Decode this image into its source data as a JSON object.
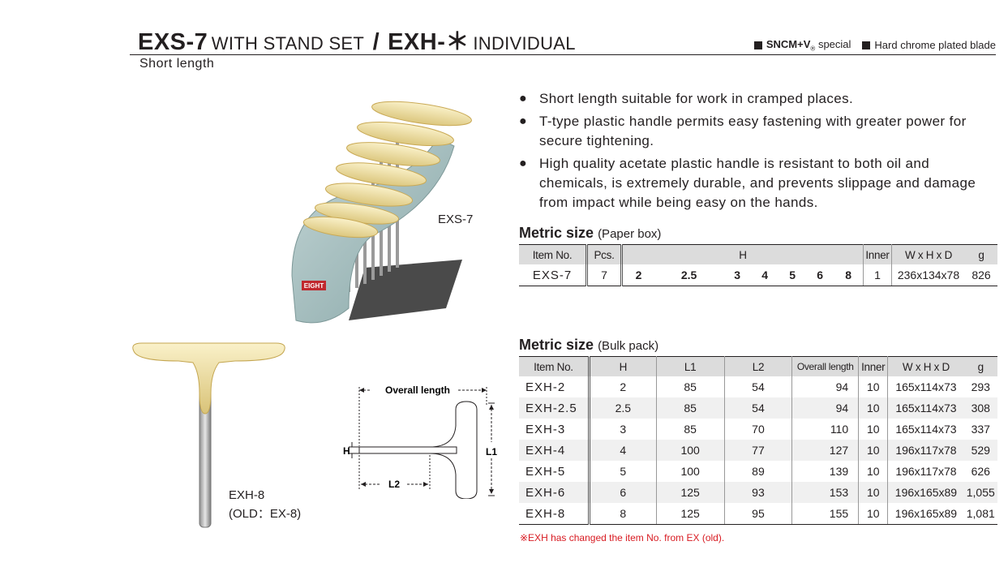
{
  "header": {
    "title_part1": "EXS-7",
    "title_part2": "WITH STAND SET",
    "slash": "/",
    "title_part3": "EXH-＊",
    "title_part4": "INDIVIDUAL",
    "subtitle": "Short length",
    "badge1_main": "SNCM+V",
    "badge1_reg": "®",
    "badge1_tail": "special",
    "badge2": "Hard chrome plated blade"
  },
  "bullets": [
    "Short length suitable for work in cramped places.",
    "T-type plastic handle permits easy fastening with greater power for secure tightening.",
    "High quality acetate plastic handle is resistant to both oil and chemicals, is extremely durable, and prevents slippage and damage from impact while being easy on the hands."
  ],
  "bullet_glyph": "●",
  "images": {
    "set_label": "EXS-7",
    "individual_label_1": "EXH-8",
    "individual_label_2": "(OLD：EX-8)",
    "diagram_overall": "Overall length",
    "diagram_h": "H",
    "diagram_l1": "L1",
    "diagram_l2": "L2",
    "stand_logo": "EIGHT"
  },
  "paper_box": {
    "heading": "Metric size",
    "heading_note": "(Paper box)",
    "headers": {
      "item": "Item No.",
      "pcs": "Pcs.",
      "h": "H",
      "inner": "Inner",
      "dims": "W x H x D",
      "g": "g"
    },
    "row": {
      "item": "EXS-7",
      "pcs": "7",
      "sizes": [
        "2",
        "2.5",
        "3",
        "4",
        "5",
        "6",
        "8"
      ],
      "inner": "1",
      "dims": "236x134x78",
      "g": "826"
    }
  },
  "bulk_pack": {
    "heading": "Metric size",
    "heading_note": "(Bulk pack)",
    "headers": {
      "item": "Item No.",
      "h": "H",
      "l1": "L1",
      "l2": "L2",
      "overall": "Overall length",
      "inner": "Inner",
      "dims": "W x H x D",
      "g": "g"
    },
    "rows": [
      {
        "item": "EXH-2",
        "h": "2",
        "l1": "85",
        "l2": "54",
        "overall": "94",
        "inner": "10",
        "dims": "165x114x73",
        "g": "293"
      },
      {
        "item": "EXH-2.5",
        "h": "2.5",
        "l1": "85",
        "l2": "54",
        "overall": "94",
        "inner": "10",
        "dims": "165x114x73",
        "g": "308"
      },
      {
        "item": "EXH-3",
        "h": "3",
        "l1": "85",
        "l2": "70",
        "overall": "110",
        "inner": "10",
        "dims": "165x114x73",
        "g": "337"
      },
      {
        "item": "EXH-4",
        "h": "4",
        "l1": "100",
        "l2": "77",
        "overall": "127",
        "inner": "10",
        "dims": "196x117x78",
        "g": "529"
      },
      {
        "item": "EXH-5",
        "h": "5",
        "l1": "100",
        "l2": "89",
        "overall": "139",
        "inner": "10",
        "dims": "196x117x78",
        "g": "626"
      },
      {
        "item": "EXH-6",
        "h": "6",
        "l1": "125",
        "l2": "93",
        "overall": "153",
        "inner": "10",
        "dims": "196x165x89",
        "g": "1,055"
      },
      {
        "item": "EXH-8",
        "h": "8",
        "l1": "125",
        "l2": "95",
        "overall": "155",
        "inner": "10",
        "dims": "196x165x89",
        "g": "1,081"
      }
    ]
  },
  "footnote": "※EXH has changed the item No. from EX (old).",
  "colors": {
    "text": "#231f20",
    "header_bg": "#dcdcdc",
    "row_alt": "#f0f0f0",
    "footnote": "#d81b22",
    "handle": "#efe0a6",
    "stand": "#a9c2c2"
  }
}
